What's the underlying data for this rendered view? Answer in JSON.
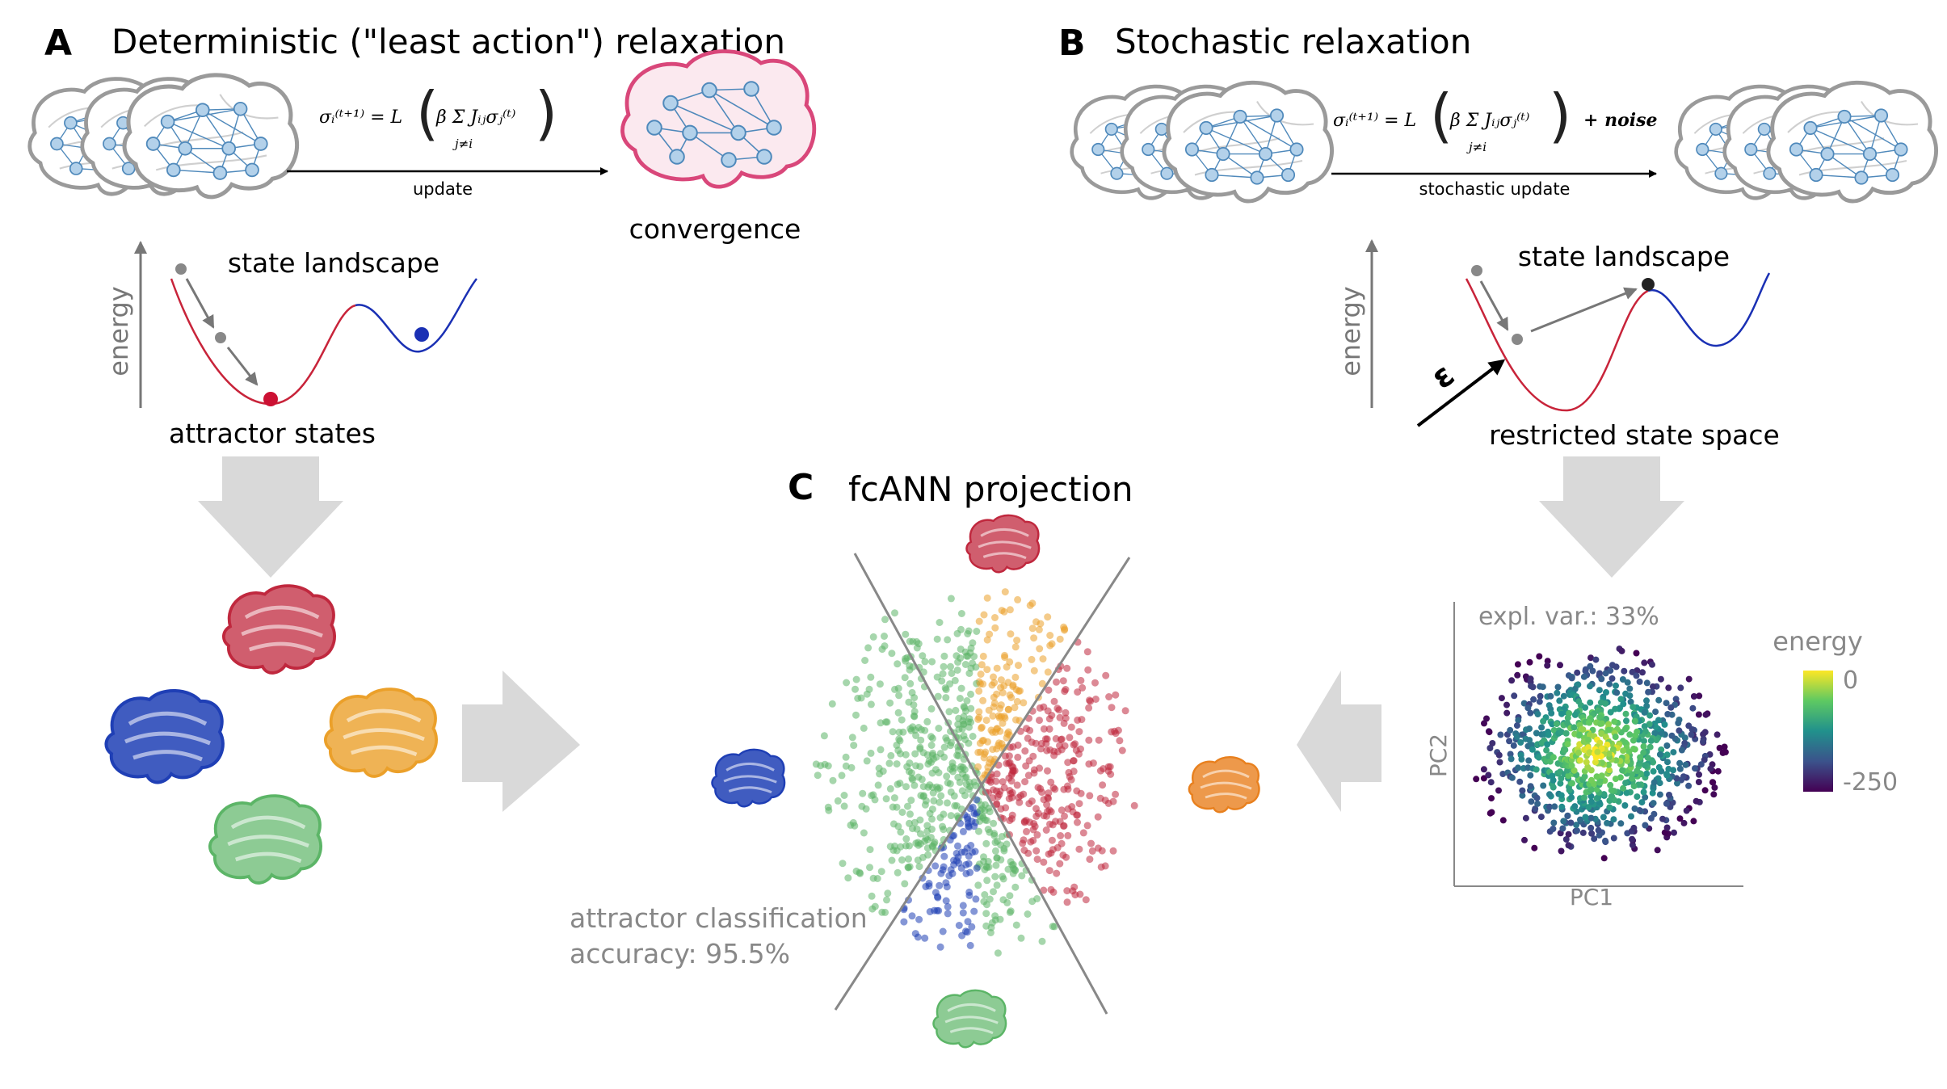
{
  "panel_a": {
    "letter": "A",
    "title": "Deterministic (\"least action\") relaxation",
    "equation_lhs": "σᵢ⁽ᵗ⁺¹⁾ = L",
    "equation_body": "β Σ Jᵢⱼσⱼ⁽ᵗ⁾",
    "equation_sub": "j≠i",
    "arrow_label": "update",
    "result_label": "convergence",
    "axis_label": "energy",
    "landscape_label": "state landscape",
    "attractor_label": "attractor states"
  },
  "panel_b": {
    "letter": "B",
    "title": "Stochastic relaxation",
    "equation_lhs": "σᵢ⁽ᵗ⁺¹⁾ = L",
    "equation_body": "β Σ Jᵢⱼσⱼ⁽ᵗ⁾",
    "equation_sub": "j≠i",
    "equation_noise": "+ noise",
    "arrow_label": "stochastic update",
    "axis_label": "energy",
    "landscape_label": "state landscape",
    "epsilon_label": "ε",
    "restricted_label": "restricted state space",
    "pca_title": "expl. var.: 33%",
    "pca_xlabel": "PC1",
    "pca_ylabel": "PC2",
    "colorbar_title": "energy",
    "colorbar_max": "0",
    "colorbar_min": "-250"
  },
  "panel_c": {
    "letter": "C",
    "title": "fcANN projection",
    "accuracy_line1": "attractor classification",
    "accuracy_line2": "accuracy: 95.5%"
  },
  "colors": {
    "red": "#c0283e",
    "blue": "#1f3fb5",
    "orange": "#eba02a",
    "green": "#5cb567",
    "brain_orange": "#e8801e",
    "node_fill": "#b3d1ea",
    "node_stroke": "#4f89bb",
    "arrow_gray": "#d9d9d9",
    "landscape_red": "#c8243a",
    "landscape_blue": "#1a30b4"
  },
  "icons": [
    "brain-network-icon",
    "brain-icon",
    "big-arrow-icon"
  ]
}
